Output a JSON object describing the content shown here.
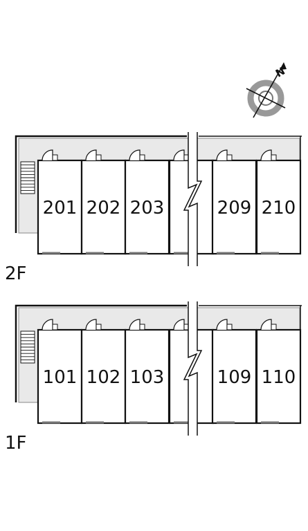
{
  "compass": {
    "label": "N",
    "icon": "compass-rose-icon"
  },
  "colors": {
    "corridor": "#e9e9e9",
    "wall": "#111111",
    "compass_ring": "#999999"
  },
  "floors": [
    {
      "id": "2f",
      "label": "2F",
      "units": [
        "201",
        "202",
        "203",
        "",
        "209",
        "210"
      ]
    },
    {
      "id": "1f",
      "label": "1F",
      "units": [
        "101",
        "102",
        "103",
        "",
        "109",
        "110"
      ]
    }
  ]
}
